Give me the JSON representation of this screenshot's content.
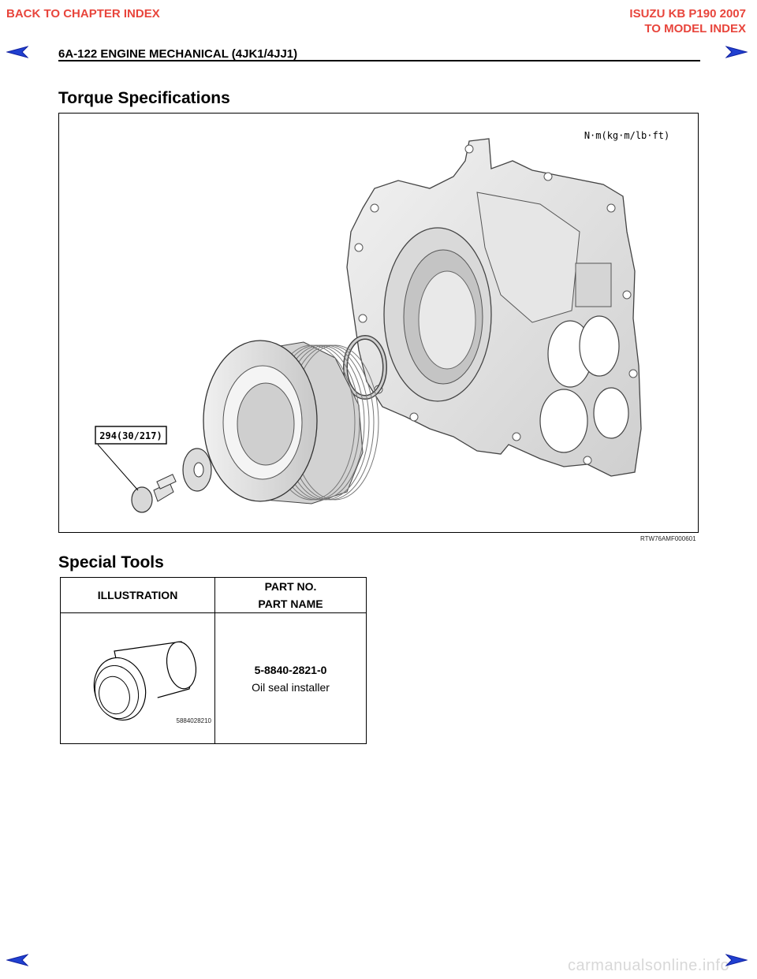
{
  "nav": {
    "back_chapter": "BACK TO CHAPTER INDEX",
    "model_line1": "ISUZU KB P190 2007",
    "model_line2": "TO MODEL INDEX"
  },
  "header": {
    "title": "6A-122  ENGINE MECHANICAL (4JK1/4JJ1)"
  },
  "torque": {
    "heading": "Torque Specifications",
    "unit_label": "N·m(kg·m/lb·ft)",
    "callout": "294(30/217)",
    "figure_code": "RTW76AMF000601"
  },
  "tools": {
    "heading": "Special Tools",
    "col1_header": "ILLUSTRATION",
    "col2_header_line1": "PART NO.",
    "col2_header_line2": "PART NAME",
    "rows": [
      {
        "image_code": "5884028210",
        "part_no": "5-8840-2821-0",
        "part_name": "Oil seal installer"
      }
    ]
  },
  "footer": {
    "watermark": "carmanualsonline.info"
  },
  "colors": {
    "nav_red": "#e8453c",
    "arrow_blue": "#2040d0"
  },
  "icons": [
    "prev-page-arrow-icon",
    "next-page-arrow-icon"
  ]
}
